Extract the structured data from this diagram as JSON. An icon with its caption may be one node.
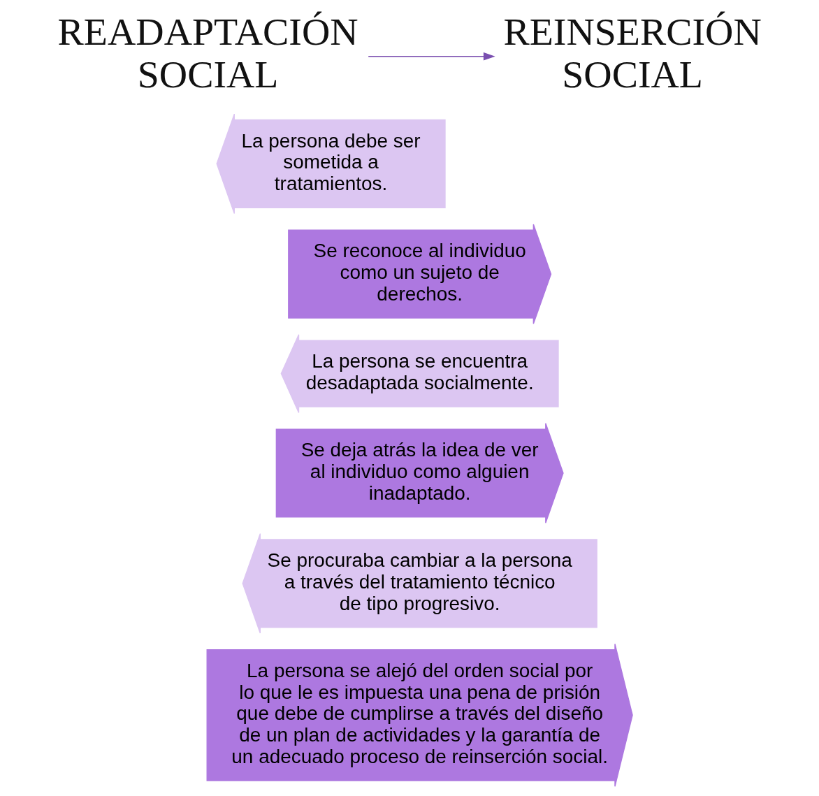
{
  "diagram": {
    "nodes": [
      {
        "text": [
          "READAPTACIÓN SOCIAL"
        ]
      },
      {
        "text": [
          "REINSERCIÓN SOCIAL"
        ]
      },
      {
        "text": [
          "La persona debe ser sometida a tratamientos."
        ]
      },
      {
        "text": [
          "Se reconoce al individuo como un sujeto de derechos."
        ]
      },
      {
        "text": [
          "La persona se encuentra desadaptada socialmente."
        ]
      },
      {
        "text": [
          "Se deja atrás la idea de ver al individuo como alguien inadaptado."
        ]
      },
      {
        "text": [
          "Se procuraba cambiar a la persona a través del tratamiento técnico de tipo progresivo."
        ]
      },
      {
        "text": [
          "La persona se alejó del orden social por lo que le es impuesta una pena de prisión que debe de cumplirse a través del diseño de un plan de actividades y la garantía de un adecuado proceso de reinserción social."
        ]
      }
    ],
    "edges": [
      {
        "from": 0,
        "to": 1,
        "arrow": "to"
      }
    ]
  }
}
